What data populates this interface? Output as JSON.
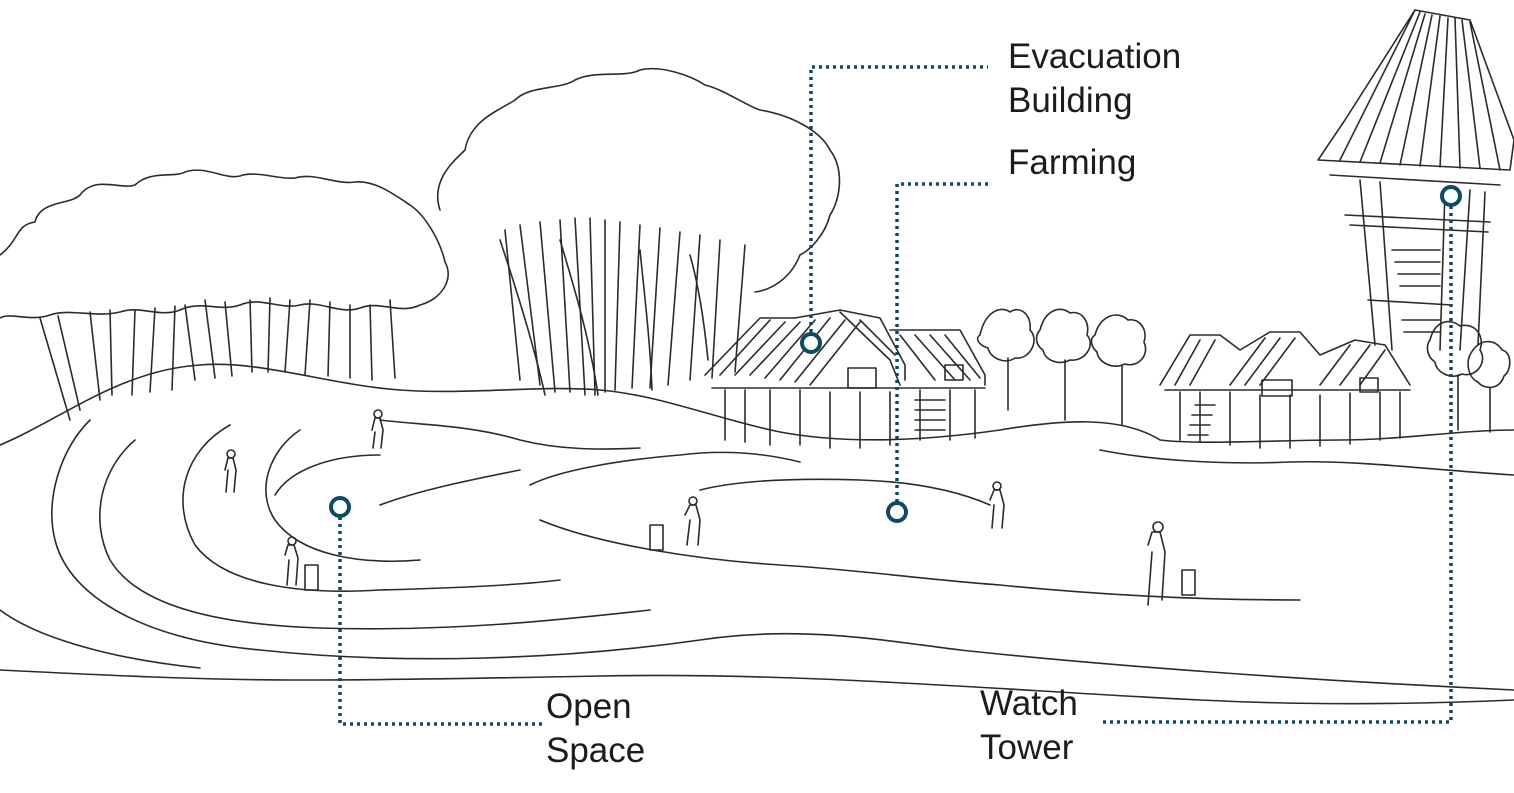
{
  "colors": {
    "leader_line": "#0d4a63",
    "sketch_ink": "#2b2b2b",
    "label_text": "#1c1c1c",
    "background": "#ffffff"
  },
  "callouts": [
    {
      "id": "evacuation-building",
      "lines": [
        "Evacuation",
        "Building"
      ],
      "marker_icon": "circle-marker-icon"
    },
    {
      "id": "farming",
      "lines": [
        "Farming"
      ],
      "marker_icon": "circle-marker-icon"
    },
    {
      "id": "watch-tower",
      "lines": [
        "Watch",
        "Tower"
      ],
      "marker_icon": "circle-marker-icon"
    },
    {
      "id": "open-space",
      "lines": [
        "Open",
        "Space"
      ],
      "marker_icon": "circle-marker-icon"
    }
  ],
  "illustration": {
    "style": "pen sketch",
    "elements": [
      "tree-canopy-icon",
      "stilt-house-icon",
      "watch-tower-icon",
      "path-icon",
      "person-figure-icon"
    ]
  }
}
